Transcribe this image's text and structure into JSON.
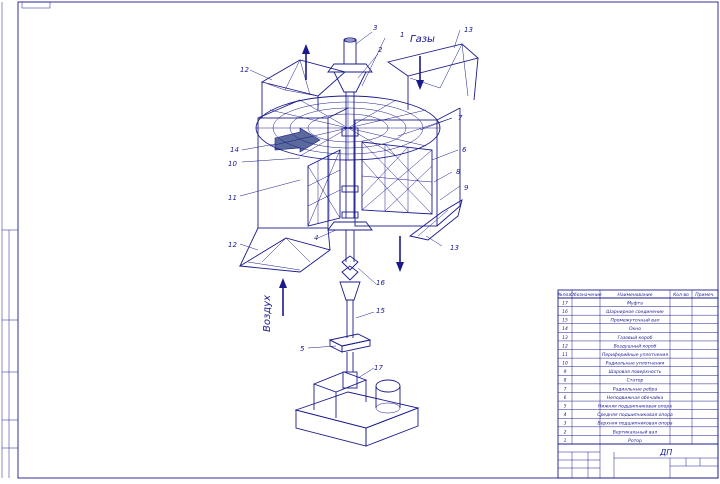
{
  "drawing": {
    "flow_labels": {
      "gases": "Газы",
      "air": "Воздух"
    },
    "callouts": {
      "c1": "1",
      "c2": "2",
      "c3": "3",
      "c4": "4",
      "c5": "5",
      "c6": "6",
      "c7": "7",
      "c8": "8",
      "c9": "9",
      "c10": "10",
      "c11": "11",
      "c12a": "12",
      "c12b": "12",
      "c13a": "13",
      "c13b": "13",
      "c14": "14",
      "c15": "15",
      "c16": "16",
      "c17": "17"
    }
  },
  "spec_table": {
    "headers": [
      "№поз.",
      "Обозначение",
      "Наименование",
      "Кол-во",
      "Примеч."
    ],
    "rows": [
      [
        "17",
        "",
        "Муфта",
        "",
        ""
      ],
      [
        "16",
        "",
        "Шарнирное соединение",
        "",
        ""
      ],
      [
        "15",
        "",
        "Промежуточный вал",
        "",
        ""
      ],
      [
        "14",
        "",
        "Окно",
        "",
        ""
      ],
      [
        "13",
        "",
        "Газовый короб",
        "",
        ""
      ],
      [
        "12",
        "",
        "Воздушный короб",
        "",
        ""
      ],
      [
        "11",
        "",
        "Периферийные уплотнения",
        "",
        ""
      ],
      [
        "10",
        "",
        "Радиальные уплотнения",
        "",
        ""
      ],
      [
        "9",
        "",
        "Шаровая поверхность",
        "",
        ""
      ],
      [
        "8",
        "",
        "Статор",
        "",
        ""
      ],
      [
        "7",
        "",
        "Радиальные ребра",
        "",
        ""
      ],
      [
        "6",
        "",
        "Неподвижная обечайка",
        "",
        ""
      ],
      [
        "5",
        "",
        "Нижняя подшипниковая опора",
        "",
        ""
      ],
      [
        "4",
        "",
        "Средняя подшипниковая опора",
        "",
        ""
      ],
      [
        "3",
        "",
        "Верхняя подшипниковая опора",
        "",
        ""
      ],
      [
        "2",
        "",
        "Вертикальный вал",
        "",
        ""
      ],
      [
        "1",
        "",
        "Ротор",
        "",
        ""
      ]
    ]
  },
  "title_block": {
    "code": "ДП"
  }
}
